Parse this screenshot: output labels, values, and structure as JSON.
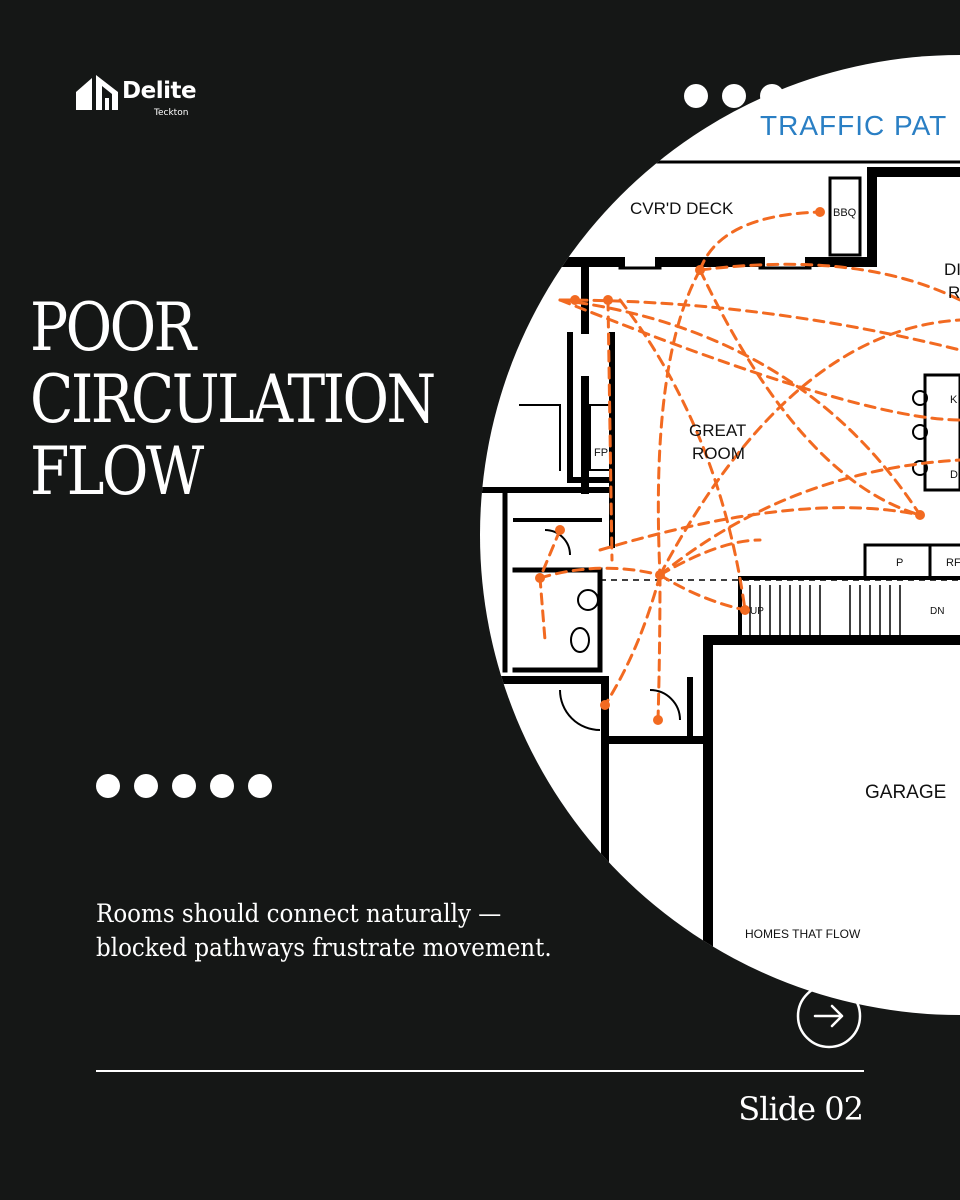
{
  "brand": {
    "name": "Delite",
    "subname": "Teckton"
  },
  "title_lines": [
    "POOR",
    "CIRCULATION",
    "FLOW"
  ],
  "description_lines": [
    "Rooms should connect naturally —",
    "blocked pathways frustrate movement."
  ],
  "slide_label": "Slide 02",
  "floor_plan": {
    "header": "TRAFFIC PAT",
    "rooms": {
      "deck": "CVR'D DECK",
      "bbq": "BBQ",
      "dining_1": "DI",
      "dining_2": "R",
      "great_1": "GREAT",
      "great_2": "ROOM",
      "fp": "FP",
      "k": "K",
      "d": "D",
      "p": "P",
      "rf": "RF",
      "up": "UP",
      "dn": "DN",
      "garage": "GARAGE",
      "footer": "HOMES THAT FLOW"
    }
  },
  "dots_top_count": 5,
  "dots_mid_count": 5,
  "colors": {
    "background": "#151716",
    "text": "#ffffff",
    "path": "#f26a21"
  },
  "icons": {
    "logo": "house-logo-icon",
    "next": "arrow-right-circle-icon"
  }
}
